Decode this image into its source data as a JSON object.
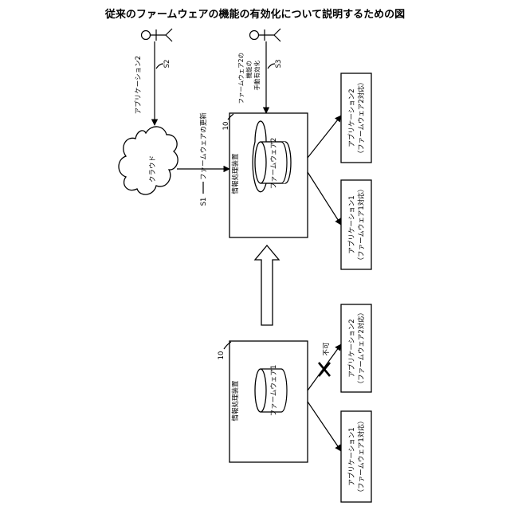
{
  "title": "従来のファームウェアの機能の有効化について説明するための図",
  "upper": {
    "app2_label": "アプリケーション2",
    "s2": "S2",
    "s3": "S3",
    "manual_line1": "ファームウェア2の",
    "manual_line2": "機能の",
    "manual_line3": "手動有効化",
    "cloud_label": "クラウド",
    "s1_label": "S1",
    "update_label": "ファームウェアの更新",
    "ref_10": "10",
    "device_label": "情報処理装置",
    "firmware_label": "ファームウェア2",
    "out_app2_line1": "アプリケーション2",
    "out_app2_line2": "（ファームウェア2対応）",
    "out_app1_line1": "アプリケーション1",
    "out_app1_line2": "（ファームウェア1対応）"
  },
  "lower": {
    "ref_10": "10",
    "device_label": "情報処理装置",
    "firmware_label": "ファームウェア1",
    "not_allowed": "不可",
    "out_app2_line1": "アプリケーション2",
    "out_app2_line2": "（ファームウェア2対応）",
    "out_app1_line1": "アプリケーション1",
    "out_app1_line2": "（ファームウェア1対応）"
  }
}
